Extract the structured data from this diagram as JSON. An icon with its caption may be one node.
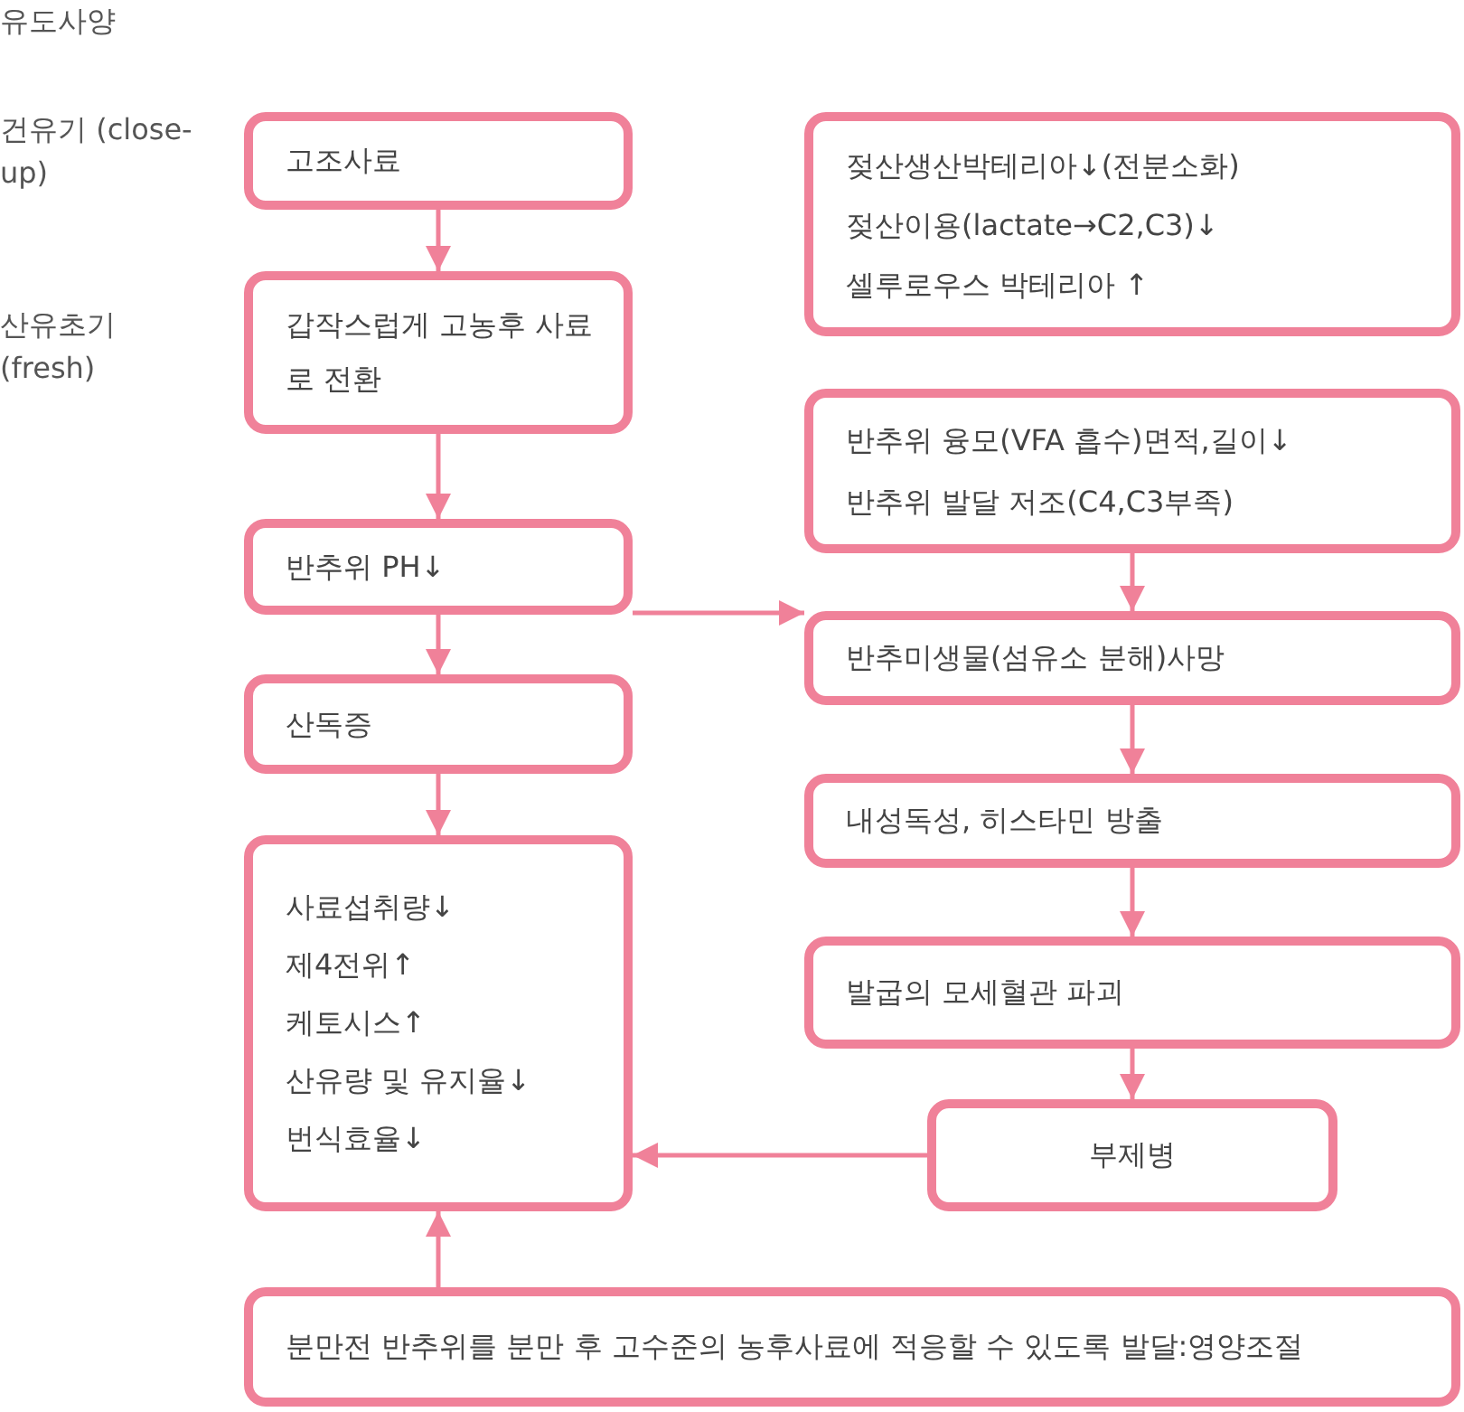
{
  "diagram": {
    "title": "유도사양",
    "nodes": [
      {
        "text": [
          "고조사료"
        ]
      },
      {
        "text": [
          "갑작스럽게 고농후 사료로 전환"
        ]
      },
      {
        "text": [
          "반추위 PH↓"
        ]
      },
      {
        "text": [
          "산독증"
        ]
      },
      {
        "text": [
          "사료섭취량↓",
          "제4전위↑",
          "케토시스↑",
          "산유량 및 유지율↓",
          "번식효율↓"
        ]
      },
      {
        "text": [
          "젖산생산박테리아↓(전분소화)",
          "젖산이용(lactate→C2,C3)↓",
          "셀루로우스 박테리아 ↑"
        ]
      },
      {
        "text": [
          "반추위 융모(VFA 흡수)면적,길이↓",
          "반추위 발달 저조(C4,C3부족)"
        ]
      },
      {
        "text": [
          "반추미생물(섬유소 분해)사망"
        ]
      },
      {
        "text": [
          "내성독성, 히스타민 방출"
        ]
      },
      {
        "text": [
          "발굽의 모세혈관 파괴"
        ]
      },
      {
        "text": [
          "부제병"
        ]
      },
      {
        "text": [
          "분만전 반추위를 분만 후 고수준의 농후사료에 적응할 수 있도록 발달:영양조절"
        ]
      }
    ],
    "edges": [
      {
        "from": 0,
        "to": 1,
        "arrow": "to"
      },
      {
        "from": 1,
        "to": 2,
        "arrow": "to"
      },
      {
        "from": 2,
        "to": 3,
        "arrow": "to"
      },
      {
        "from": 3,
        "to": 4,
        "arrow": "to"
      },
      {
        "from": 2,
        "to": 7,
        "arrow": "to"
      },
      {
        "from": 6,
        "to": 7,
        "arrow": "to"
      },
      {
        "from": 7,
        "to": 8,
        "arrow": "to"
      },
      {
        "from": 8,
        "to": 9,
        "arrow": "to"
      },
      {
        "from": 9,
        "to": 10,
        "arrow": "to"
      },
      {
        "from": 10,
        "to": 4,
        "arrow": "to"
      },
      {
        "from": 11,
        "to": 4,
        "arrow": "to"
      }
    ],
    "labels": [
      "건유기 (close-up)",
      "산유초기 (fresh)"
    ]
  }
}
